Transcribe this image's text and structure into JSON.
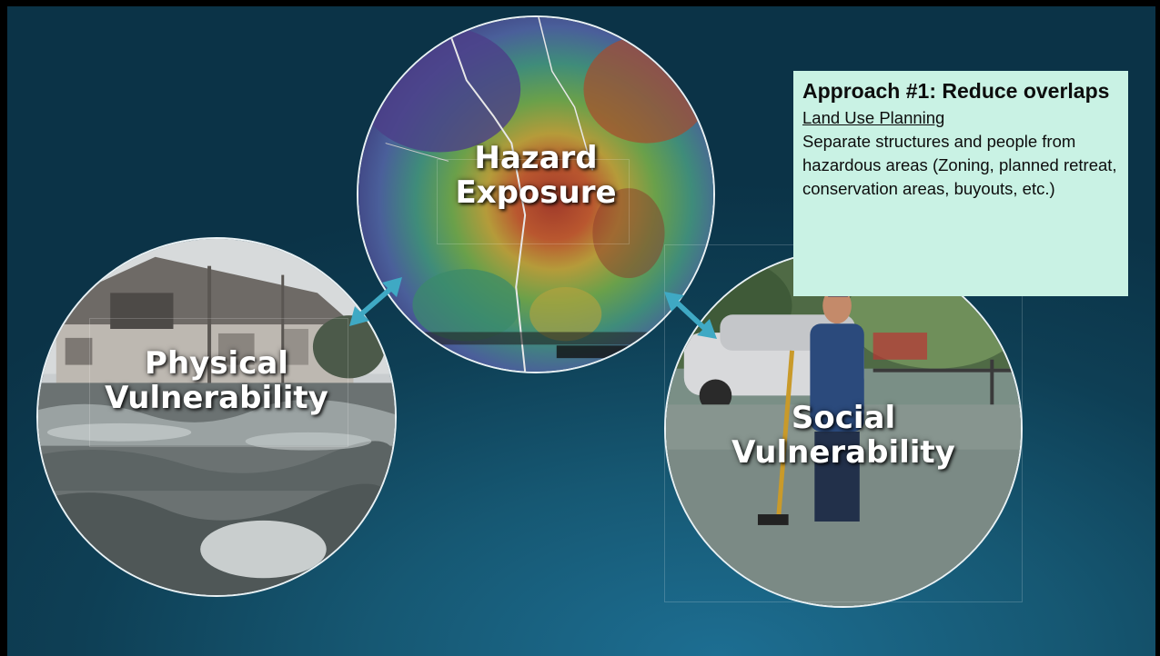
{
  "circles": {
    "physical": {
      "line1": "Physical",
      "line2": "Vulnerability"
    },
    "hazard": {
      "line1": "Hazard",
      "line2": "Exposure"
    },
    "social": {
      "line1": "Social",
      "line2": "Vulnerability"
    }
  },
  "infobox": {
    "title": "Approach #1: Reduce overlaps",
    "subtitle": "Land Use Planning",
    "body": "Separate structures and people from hazardous areas (Zoning, planned retreat, conservation areas, buyouts, etc.)"
  },
  "colors": {
    "arrow": "#3fa9c4",
    "infobox_bg": "#c9f2e4",
    "slide_bg": "#0e3f55"
  }
}
